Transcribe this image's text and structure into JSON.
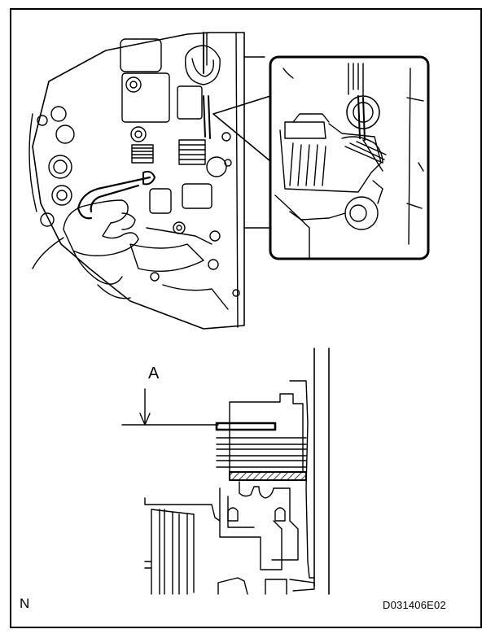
{
  "diagram": {
    "label_a": "A",
    "corner_mark": "N",
    "figure_code": "D031406E02"
  },
  "colors": {
    "line": "#000000",
    "paper": "#ffffff"
  }
}
